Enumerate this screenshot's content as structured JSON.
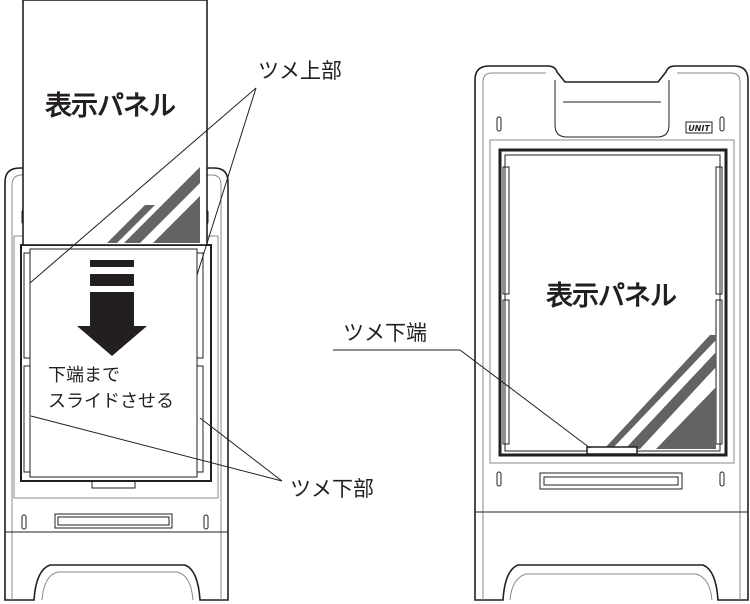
{
  "left_figure": {
    "panel_title": "表示パネル",
    "instruction_line1": "下端まで",
    "instruction_line2": "スライドさせる",
    "label_upper_tabs": "ツメ上部",
    "label_lower_tabs": "ツメ下部"
  },
  "right_figure": {
    "panel_title": "表示パネル",
    "brand_badge": "UNIT",
    "label_bottom_tab": "ツメ下端"
  },
  "colors": {
    "line": "#231f20",
    "stripe": "#636363"
  }
}
